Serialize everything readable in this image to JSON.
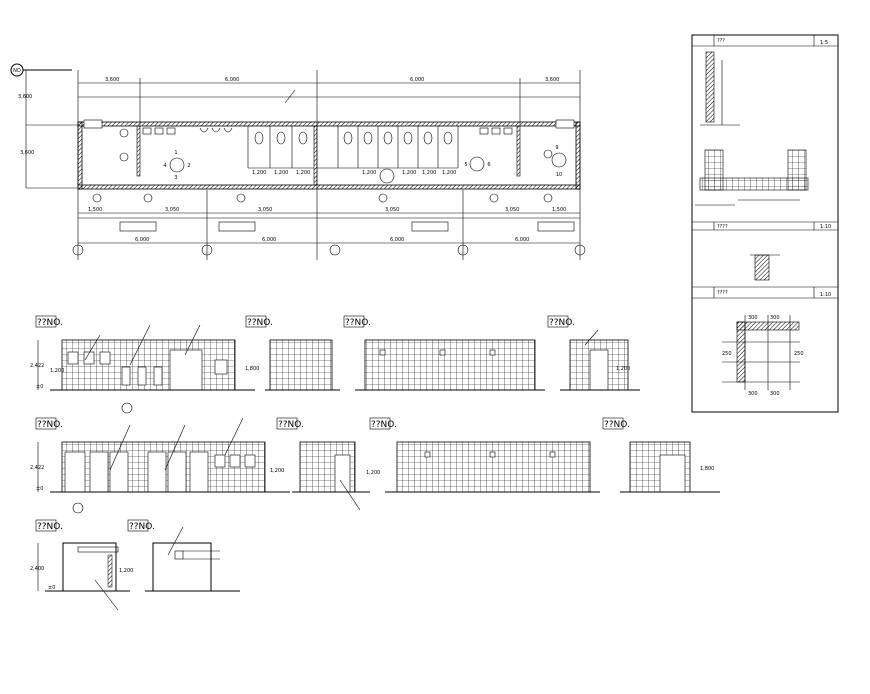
{
  "drawing": {
    "plan": {
      "grid_bubble_label": "NO",
      "top_dims": [
        "3,600",
        "6,000",
        "6,000",
        "3,600"
      ],
      "bottom_dims": [
        "6,000",
        "6,000",
        "6,000",
        "6,000"
      ],
      "left_dims": [
        "3,600",
        "3,600"
      ],
      "stall_dims": [
        "1,200",
        "1,200",
        "1,200",
        "1,200",
        "1,200",
        "1,200",
        "1,200"
      ],
      "sub_dims": [
        "1,500",
        "3,050",
        "3,050",
        "3,050",
        "3,050",
        "1,500"
      ],
      "axis_labels": [
        "1",
        "2",
        "3",
        "4",
        "5",
        "6",
        "9",
        "10"
      ]
    },
    "elevations": {
      "titles": [
        "??NO.",
        "??NO.",
        "??NO.",
        "??NO.",
        "??NO.",
        "??NO.",
        "??NO.",
        "??NO.",
        "??NO.",
        "??NO."
      ],
      "heights": [
        "2,422",
        "2,422",
        "2,400"
      ],
      "marks": [
        "1,200",
        "1,800",
        "1,200",
        "1,200",
        "1,200",
        "1,800",
        "1,200"
      ],
      "floor_label": "±0"
    },
    "details": {
      "header_scale": [
        "1:5",
        "1:10",
        "1:10"
      ],
      "header_titles": [
        "???",
        "????",
        "????"
      ],
      "dims": [
        "300",
        "300",
        "300",
        "300",
        "250",
        "250"
      ]
    }
  }
}
